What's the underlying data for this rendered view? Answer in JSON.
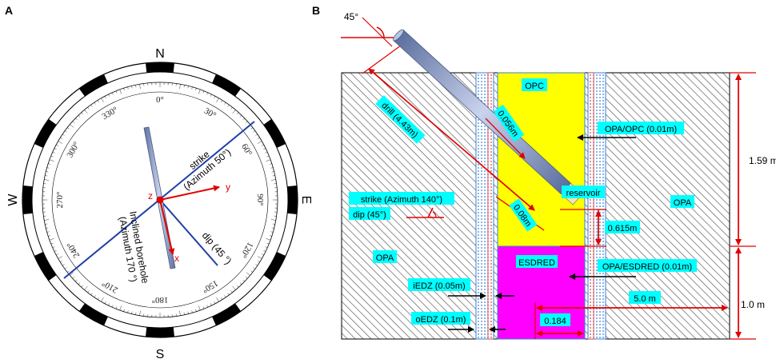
{
  "panel_a": {
    "label": "A",
    "cardinal": {
      "north": "N",
      "east": "E",
      "south": "S",
      "west": "W"
    },
    "degree_labels": [
      "0°",
      "30°",
      "60°",
      "90°",
      "120°",
      "150°",
      "180°",
      "210°",
      "240°",
      "270°",
      "300°",
      "330°"
    ],
    "strike_label": "strike",
    "strike_azimuth": "(Azimuth 50°)",
    "dip_label": "dip (45 °)",
    "borehole_label": "Inclined borehole",
    "borehole_azimuth": "(Azimuth 170 °)",
    "axis_x": "x",
    "axis_y": "y",
    "axis_z": "z"
  },
  "panel_b": {
    "label": "B",
    "angle_45": "45°",
    "opc": "OPC",
    "opa_left": "OPA",
    "opa_right": "OPA",
    "esdred": "ESDRED",
    "drill": "drill (4.43m)",
    "d_0056": "0.056m",
    "d_008": "0.08m",
    "d_0615": "0.615m",
    "reservoir": "reservoir",
    "opa_opc": "OPA/OPC (0.01m)",
    "opa_esdred": "OPA/ESDRED (0.01m)",
    "strike": "strike (Azimuth 140°)",
    "dip": "dip (45°)",
    "iedz": "iEDZ (0.05m)",
    "oedz": "oEDZ (0.1m)",
    "d_0184": "0.184",
    "d_50": "5.0 m",
    "d_159": "1.59 m",
    "d_10": "1.0 m"
  },
  "colors": {
    "opc": "#ffff00",
    "esdred": "#ff00ff",
    "label_bg": "#00ffff",
    "dimension": "#e00000",
    "axis": "#1f3fa8",
    "borehole": "#8a9bc6"
  }
}
